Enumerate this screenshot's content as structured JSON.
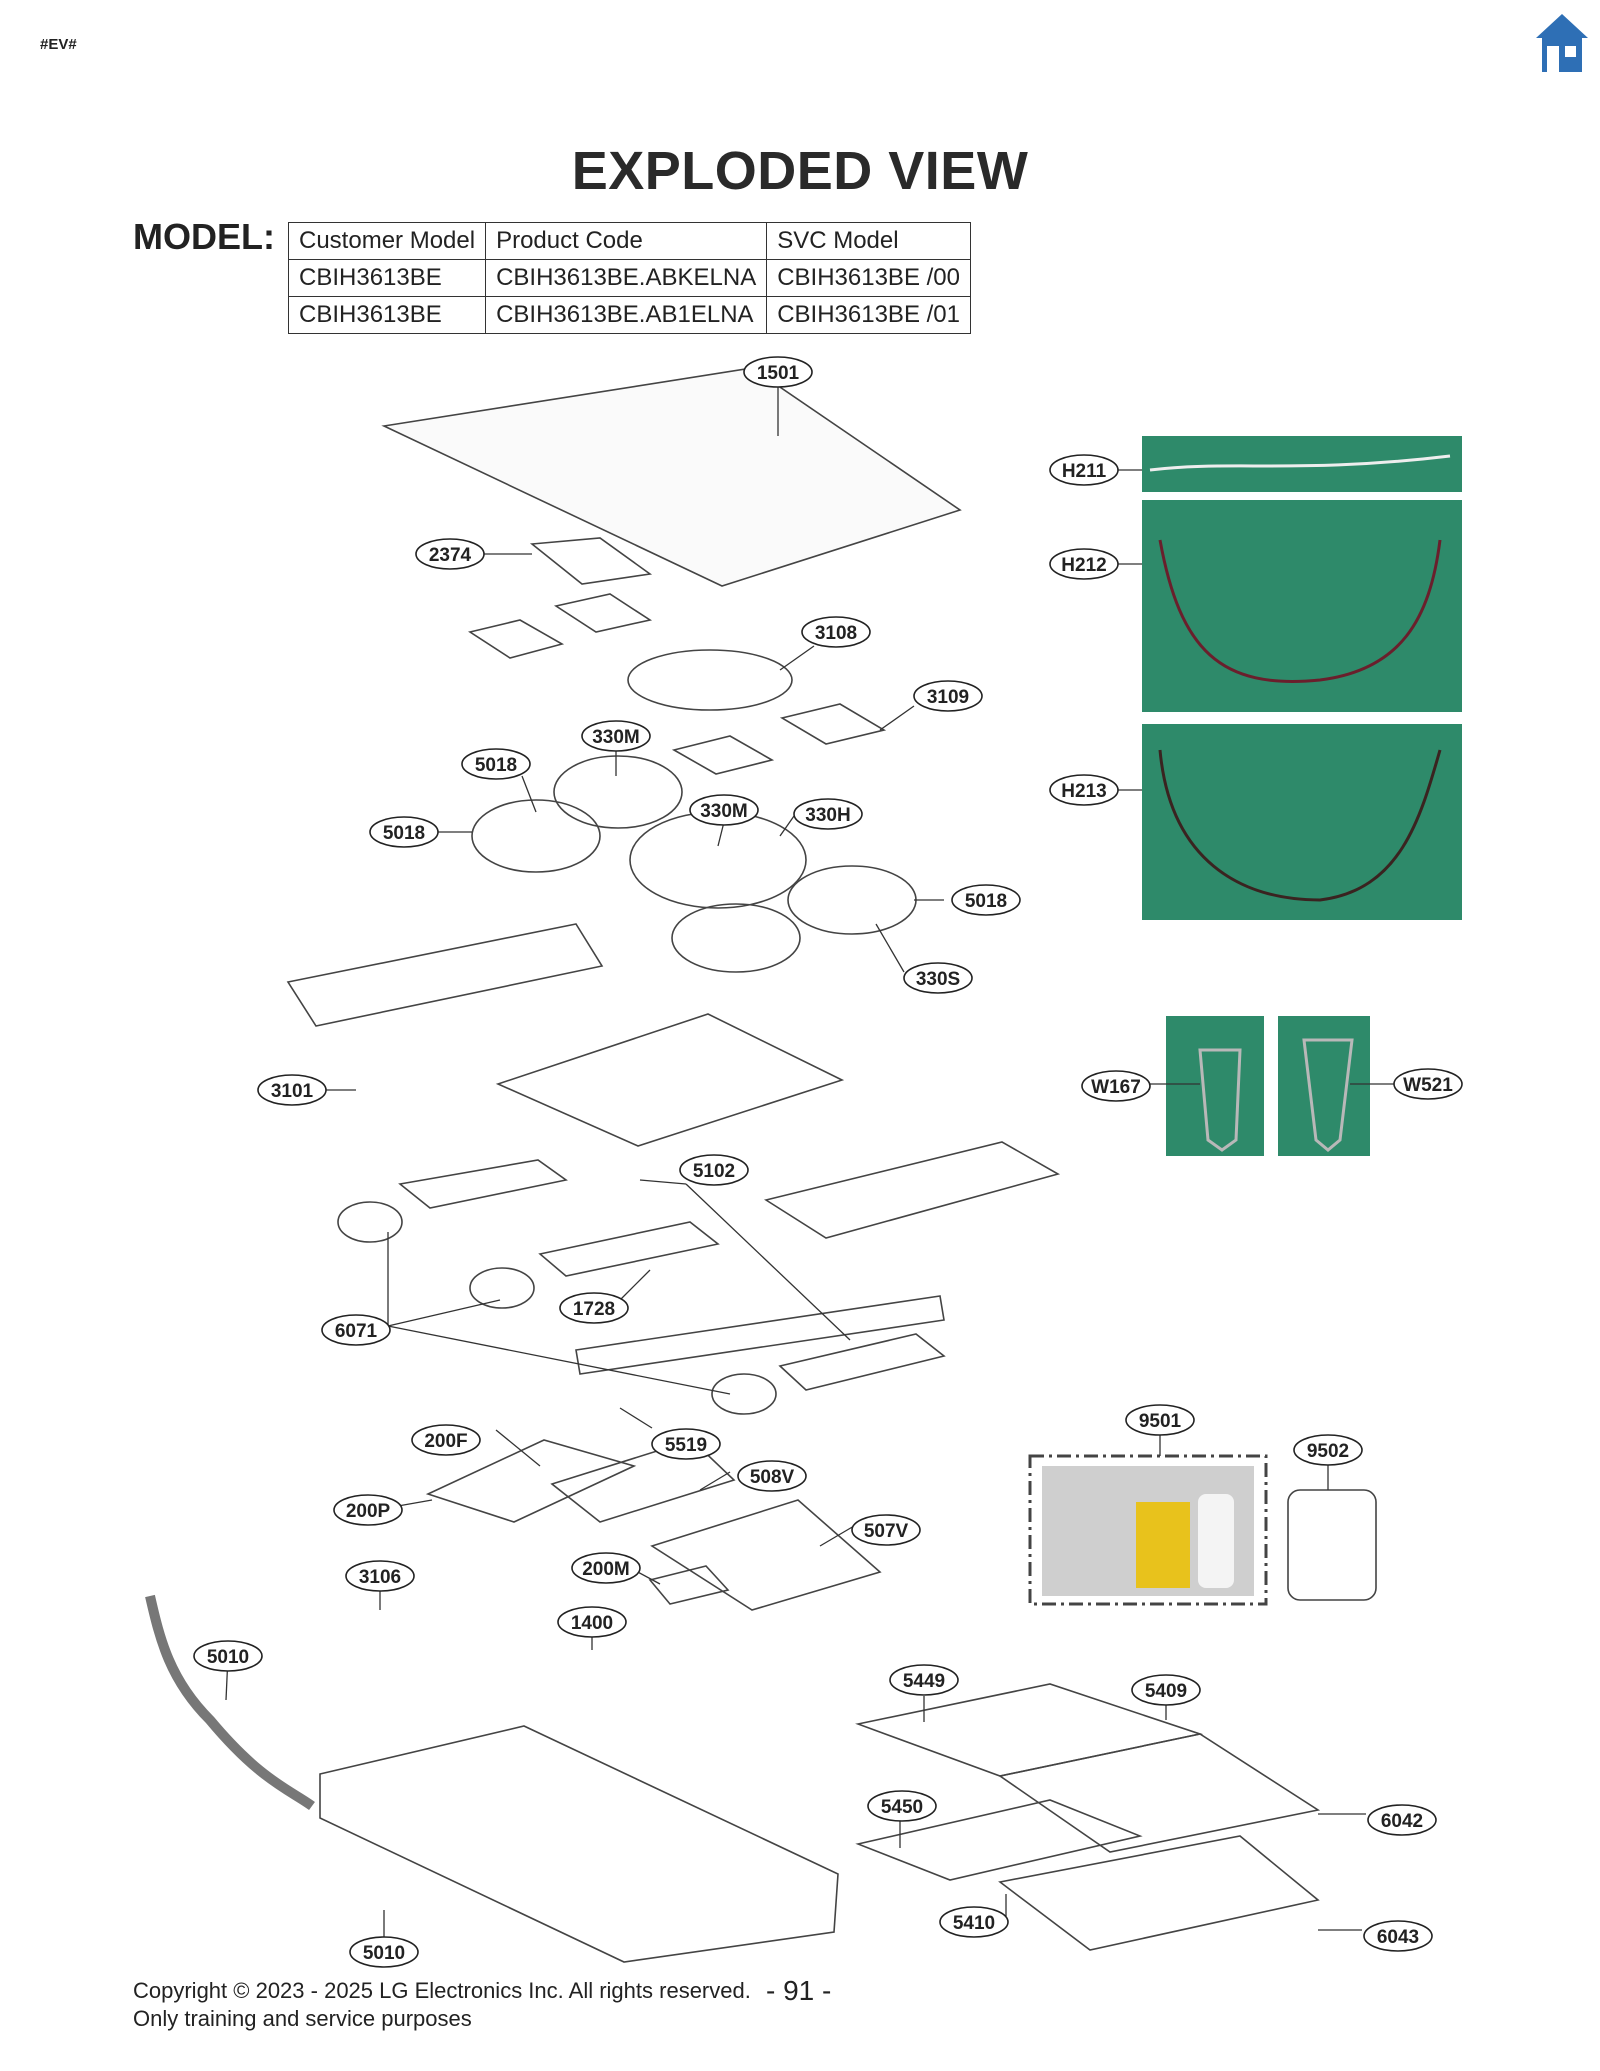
{
  "tag": "#EV#",
  "title": "EXPLODED VIEW",
  "model_label": "MODEL:",
  "model_table": {
    "headers": [
      "Customer Model",
      "Product Code",
      "SVC Model"
    ],
    "rows": [
      [
        "CBIH3613BE",
        "CBIH3613BE.ABKELNA",
        "CBIH3613BE  /00"
      ],
      [
        "CBIH3613BE",
        "CBIH3613BE.AB1ELNA",
        "CBIH3613BE  /01"
      ]
    ]
  },
  "callouts": [
    "1501",
    "2374",
    "3108",
    "3109",
    "330M",
    "5018",
    "5018",
    "330M",
    "330H",
    "5018",
    "330S",
    "3101",
    "5102",
    "6071",
    "1728",
    "5519",
    "200F",
    "508V",
    "200P",
    "507V",
    "200M",
    "3106",
    "1400",
    "5010",
    "5010",
    "5449",
    "5409",
    "5450",
    "6042",
    "5410",
    "6043",
    "H211",
    "H212",
    "H213",
    "W167",
    "W521",
    "9501",
    "9502"
  ],
  "footer": {
    "copyright": "Copyright © 2023 - 2025 LG Electronics Inc. All rights reserved.",
    "note": "Only training and service purposes",
    "page_number": "- 91 -"
  },
  "colors": {
    "photo_green": "#2e8a6a",
    "home_icon": "#2e6fb5",
    "line": "#333333"
  },
  "icons": [
    "home-icon"
  ]
}
